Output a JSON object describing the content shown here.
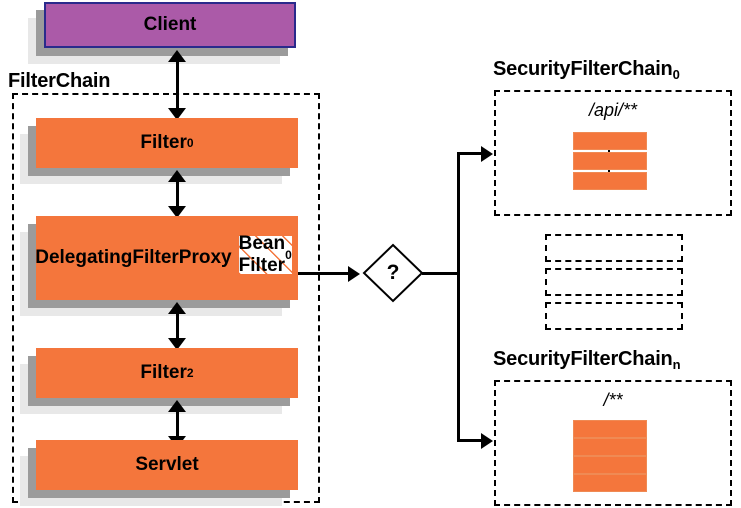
{
  "diagram": {
    "title": "Spring Security FilterChain Delegation",
    "colors": {
      "filter_orange": "#f4763c",
      "client_purple": "#ab5aa8",
      "client_border": "#2a2a8c",
      "shadow_mid": "#9b9b9b",
      "shadow_light": "#e8e8e8",
      "outline_black": "#000000",
      "background": "#ffffff"
    }
  },
  "client": {
    "label": "Client"
  },
  "filter_chain": {
    "label": "FilterChain",
    "nodes": [
      {
        "label": "Filter",
        "subscript": "0"
      },
      {
        "label": "DelegatingFilterProxy",
        "subscript": ""
      },
      {
        "label": "Bean Filter",
        "subscript": "0"
      },
      {
        "label": "Filter",
        "subscript": "2"
      },
      {
        "label": "Servlet",
        "subscript": ""
      }
    ]
  },
  "decision": {
    "label": "?"
  },
  "security_chains": [
    {
      "label": "SecurityFilterChain",
      "subscript": "0",
      "pattern": "/api/**",
      "filter_count": 3
    },
    {
      "label": "SecurityFilterChain",
      "subscript": "n",
      "pattern": "/**",
      "filter_count": 4
    }
  ],
  "ellipsis_placeholders": 3
}
